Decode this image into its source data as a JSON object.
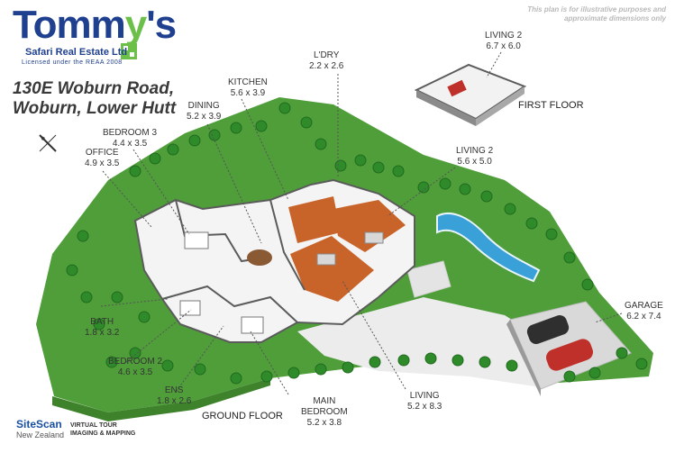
{
  "brand": {
    "name_main": "Tomm",
    "name_y": "y",
    "name_end": "'s",
    "subtitle": "Safari Real Estate Ltd",
    "license": "Licensed under the REAA 2008"
  },
  "address": {
    "line1": "130E Woburn Road,",
    "line2": "Woburn, Lower Hutt"
  },
  "disclaimer": "This plan is for illustrative purposes and approximate dimensions only",
  "rooms": {
    "living2_first": {
      "name": "LIVING 2",
      "dim": "6.7 x 6.0"
    },
    "laundry": {
      "name": "L'DRY",
      "dim": "2.2 x 2.6"
    },
    "kitchen": {
      "name": "KITCHEN",
      "dim": "5.6 x 3.9"
    },
    "dining": {
      "name": "DINING",
      "dim": "5.2 x 3.9"
    },
    "bedroom3": {
      "name": "BEDROOM 3",
      "dim": "4.4 x 3.5"
    },
    "office": {
      "name": "OFFICE",
      "dim": "4.9 x 3.5"
    },
    "living2_ground": {
      "name": "LIVING 2",
      "dim": "5.6 x 5.0"
    },
    "garage": {
      "name": "GARAGE",
      "dim": "6.2 x 7.4"
    },
    "bath": {
      "name": "BATH",
      "dim": "1.8 x 3.2"
    },
    "bedroom2": {
      "name": "BEDROOM 2",
      "dim": "4.6 x 3.5"
    },
    "ensuite": {
      "name": "ENS",
      "dim": "1.8 x 2.6"
    },
    "main_bedroom": {
      "name": "MAIN",
      "name2": "BEDROOM",
      "dim": "5.2 x 3.8"
    },
    "living": {
      "name": "LIVING",
      "dim": "5.2 x 8.3"
    }
  },
  "floors": {
    "first": "FIRST FLOOR",
    "ground": "GROUND FLOOR"
  },
  "footer": {
    "brand": "SiteScan",
    "region": "New Zealand",
    "tag1": "VIRTUAL TOUR",
    "tag2": "IMAGING & MAPPING"
  },
  "colors": {
    "lawn": "#4f9e3a",
    "lawn_dark": "#3e822c",
    "wood_floor": "#c8642a",
    "pool": "#3aa0d8",
    "driveway": "#e9e9e9",
    "brand_blue": "#1f3f8f",
    "brand_green": "#6cc04a",
    "car": "#c0302a"
  }
}
